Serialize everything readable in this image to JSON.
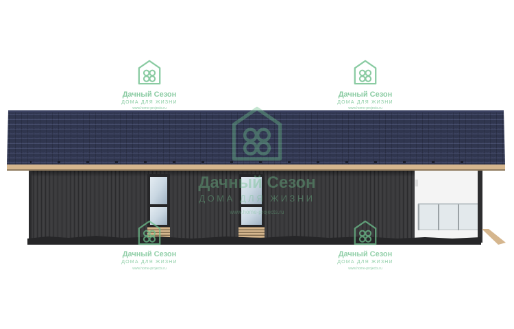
{
  "watermark": {
    "brand": "Дачный Сезон",
    "tagline": "ДОМА ДЛЯ ЖИЗНИ",
    "url": "www.home-projects.ru",
    "logo_icon": "house-flower-logo-icon"
  },
  "colors": {
    "watermark": "#6dbf8c",
    "roof": "#30364f",
    "roof_line": "#4b5272",
    "siding": "#3b3b3d",
    "siding_line": "#2a2a2c",
    "trim": "#d5b68e",
    "glass": "#c9d7e2",
    "frame": "#262628"
  }
}
